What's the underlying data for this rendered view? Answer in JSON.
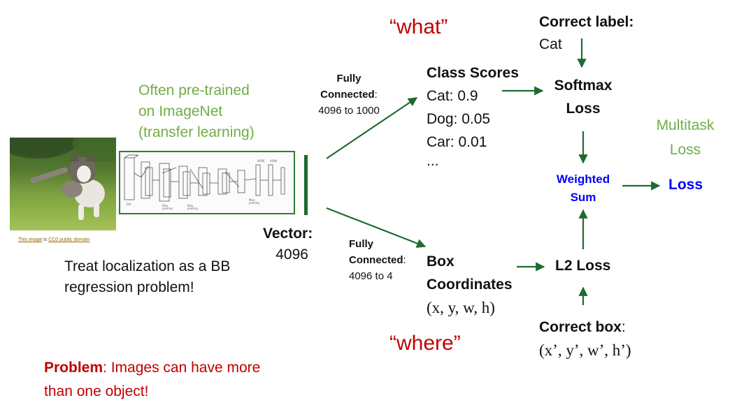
{
  "colors": {
    "green_text": "#70ad47",
    "red_text": "#c00000",
    "blue_text": "#0000ff",
    "arrow": "#1e6b30",
    "black": "#111111"
  },
  "photo": {
    "credit_prefix": "This image",
    "credit_mid": " is ",
    "credit_link": "CC0 public domain"
  },
  "pretrained": {
    "line1": "Often pre-trained",
    "line2": "on ImageNet",
    "line3": "(transfer learning)"
  },
  "vector": {
    "title": "Vector:",
    "size": "4096"
  },
  "fc_top": {
    "line1": "Fully",
    "line2_bold": "Connected",
    "line2_rest": ":",
    "line3": "4096 to 1000"
  },
  "fc_bottom": {
    "line1": "Fully",
    "line2_bold": "Connected",
    "line2_rest": ":",
    "line3": "4096 to 4"
  },
  "what_label": "“what”",
  "where_label": "“where”",
  "class_scores": {
    "title": "Class Scores",
    "items": [
      "Cat: 0.9",
      "Dog: 0.05",
      "Car: 0.01",
      "..."
    ]
  },
  "correct_label": {
    "title": "Correct label:",
    "value": "Cat"
  },
  "softmax": {
    "line1": "Softmax",
    "line2": "Loss"
  },
  "multitask": {
    "line1": "Multitask",
    "line2": "Loss"
  },
  "weighted_sum": {
    "line1": "Weighted",
    "line2": "Sum"
  },
  "final_loss": "Loss",
  "box_coords": {
    "line1": "Box",
    "line2": "Coordinates",
    "formula": "(x, y, w, h)"
  },
  "l2_loss": "L2 Loss",
  "correct_box": {
    "title_bold": "Correct box",
    "title_rest": ":",
    "formula": "(x’, y’, w’, h’)"
  },
  "localization_note": {
    "line1": "Treat localization as a BB",
    "line2": "regression problem!"
  },
  "problem": {
    "bold": "Problem",
    "rest": ": Images can have more",
    "line2": "than one object!"
  }
}
